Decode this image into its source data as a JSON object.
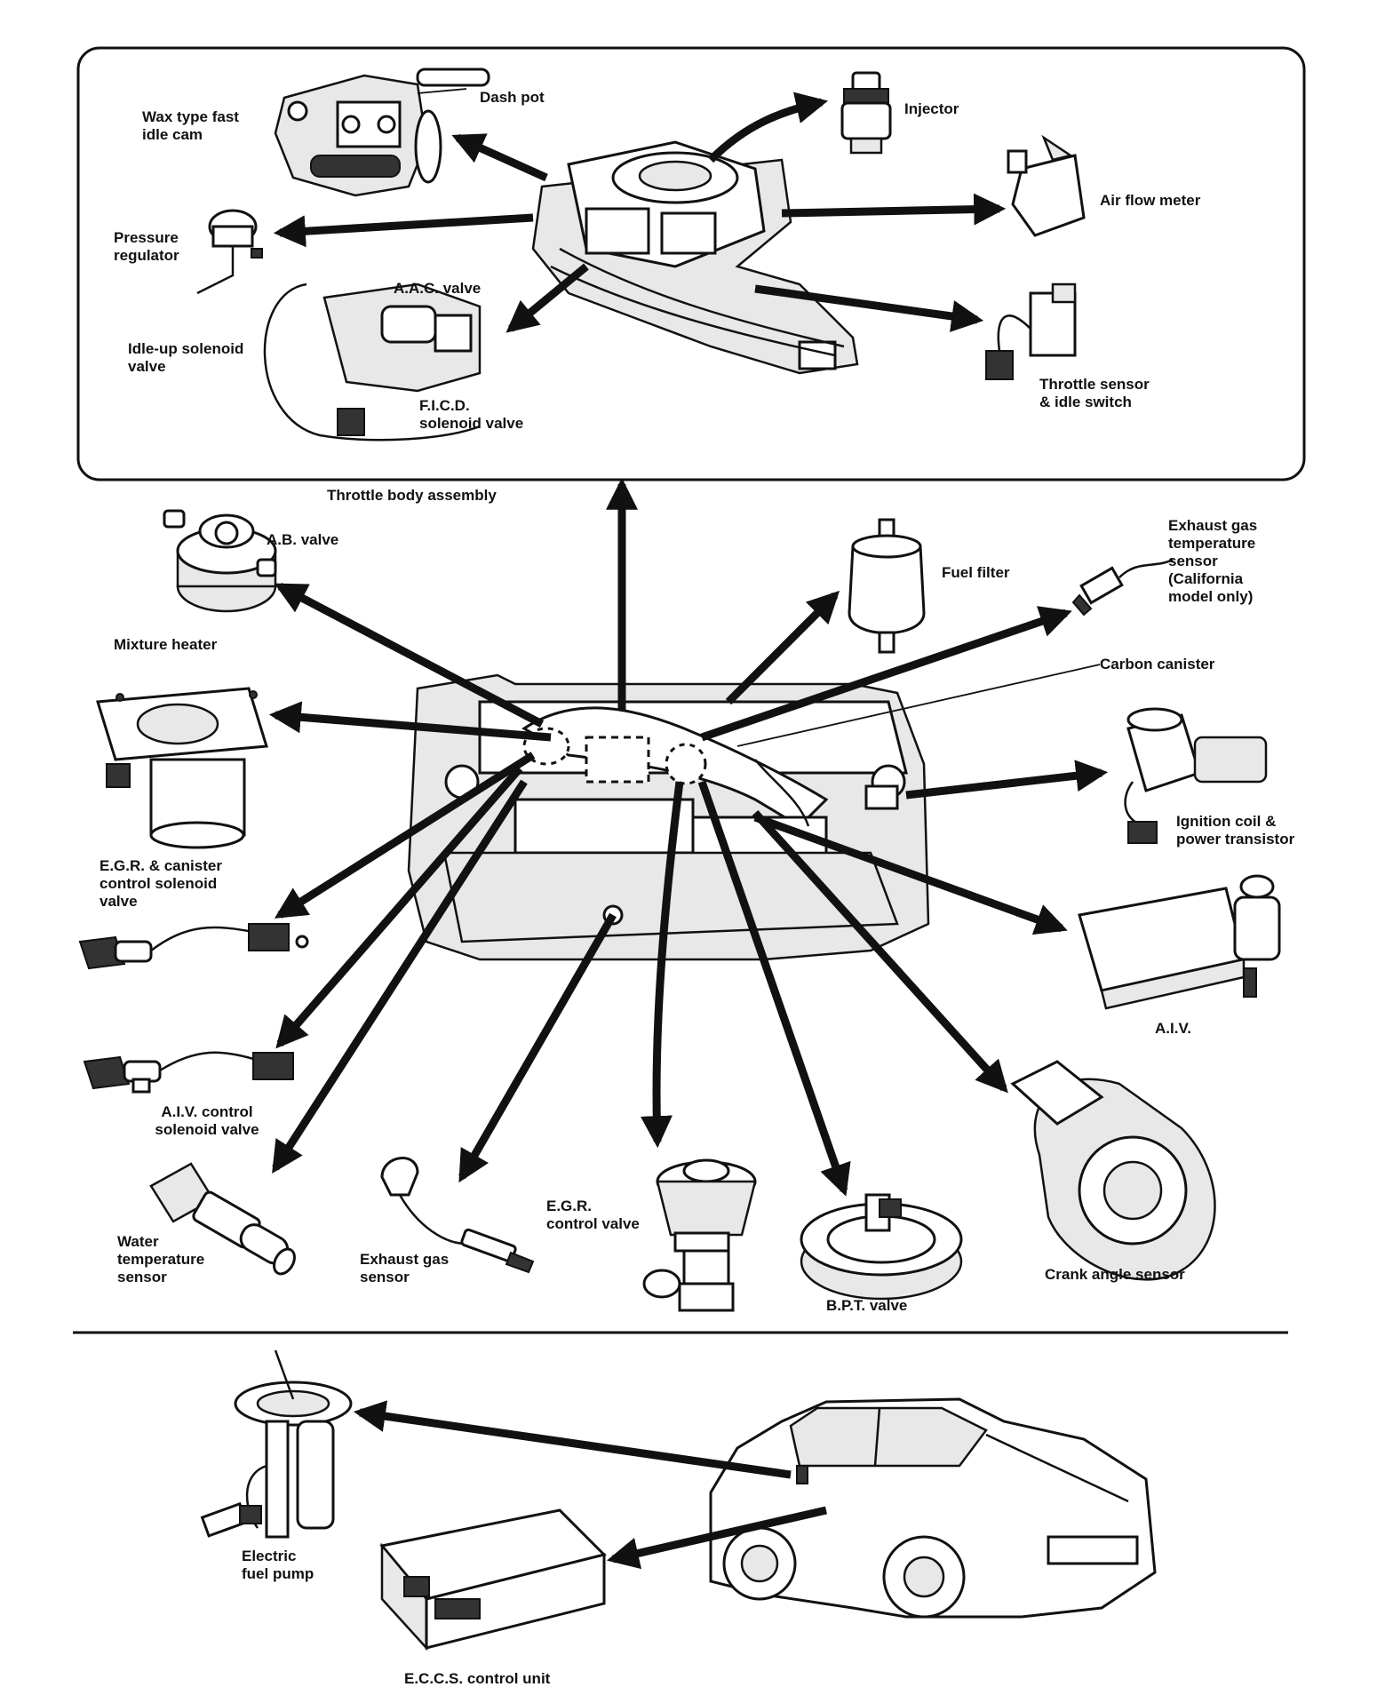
{
  "labels": {
    "dash_pot": "Dash pot",
    "wax_cam": "Wax type fast\nidle cam",
    "injector": "Injector",
    "pressure_regulator": "Pressure\nregulator",
    "air_flow_meter": "Air flow meter",
    "aac_valve": "A.A.C. valve",
    "idle_up": "Idle-up solenoid\nvalve",
    "ficd": "F.I.C.D.\nsolenoid valve",
    "throttle_sensor": "Throttle sensor\n& idle switch",
    "throttle_body": "Throttle body assembly",
    "ab_valve": "A.B. valve",
    "fuel_filter": "Fuel filter",
    "exhaust_temp": "Exhaust gas\ntemperature\nsensor\n(California\nmodel only)",
    "mixture_heater": "Mixture heater",
    "carbon_canister": "Carbon canister",
    "ignition_coil": "Ignition coil &\npower transistor",
    "egr_canister_sol": "E.G.R. & canister\ncontrol solenoid\nvalve",
    "aiv": "A.I.V.",
    "aiv_sol": "A.I.V. control\nsolenoid valve",
    "water_temp": "Water\ntemperature\nsensor",
    "exhaust_gas_sensor": "Exhaust gas\nsensor",
    "egr_valve": "E.G.R.\ncontrol valve",
    "bpt_valve": "B.P.T. valve",
    "crank_angle": "Crank angle sensor",
    "fuel_pump": "Electric\nfuel pump",
    "eccs": "E.C.C.S. control unit"
  },
  "icons": [
    "throttle-body",
    "engine",
    "car",
    "component-parts"
  ]
}
